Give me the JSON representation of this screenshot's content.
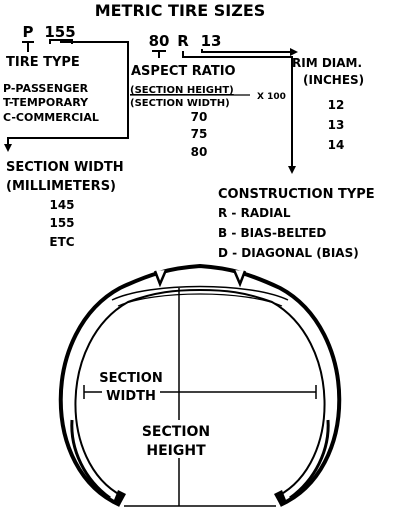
{
  "title": "METRIC TIRE SIZES",
  "code": {
    "type_letter": "P",
    "section_width": "155",
    "aspect": "80",
    "construction": "R",
    "rim": "13"
  },
  "tire_type": {
    "heading": "TIRE TYPE",
    "items": [
      "P-PASSENGER",
      "T-TEMPORARY",
      "C-COMMERCIAL"
    ]
  },
  "section_width_block": {
    "heading_line1": "SECTION WIDTH",
    "heading_line2": "(MILLIMETERS)",
    "values": [
      "145",
      "155",
      "ETC"
    ]
  },
  "aspect_ratio": {
    "heading": "ASPECT RATIO",
    "numerator": "(SECTION HEIGHT)",
    "denominator": "(SECTION WIDTH)",
    "multiplier": "X 100",
    "values": [
      "70",
      "75",
      "80"
    ]
  },
  "rim_diameter": {
    "heading_line1": "RIM DIAM.",
    "heading_line2": "(INCHES)",
    "values": [
      "12",
      "13",
      "14"
    ]
  },
  "construction_type": {
    "heading": "CONSTRUCTION TYPE",
    "items": [
      "R - RADIAL",
      "B - BIAS-BELTED",
      "D - DIAGONAL (BIAS)"
    ]
  },
  "cross_section": {
    "width_line1": "SECTION",
    "width_line2": "WIDTH",
    "height_line1": "SECTION",
    "height_line2": "HEIGHT"
  }
}
